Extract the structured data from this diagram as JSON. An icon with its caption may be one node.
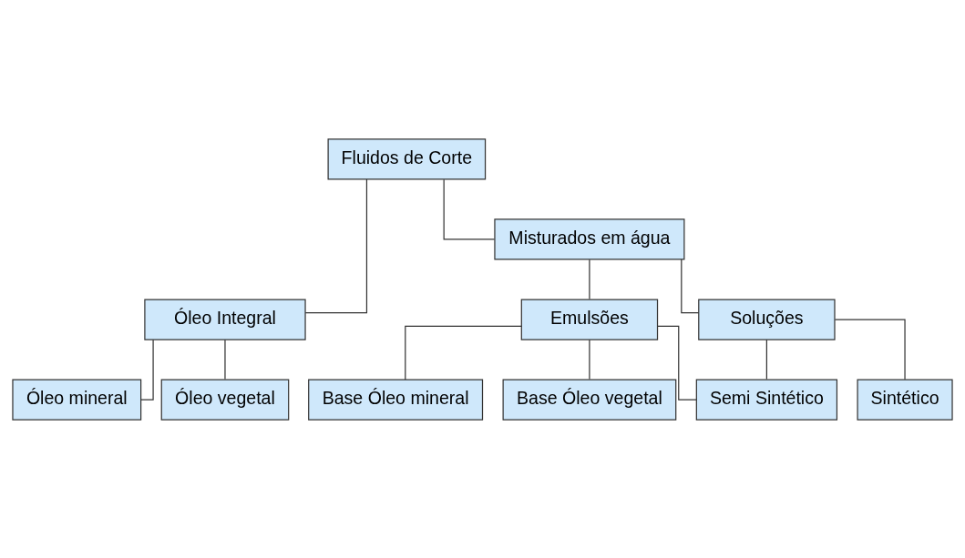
{
  "diagram": {
    "nodes": [
      {
        "text": [
          "Fluidos de Corte"
        ]
      },
      {
        "text": [
          "Óleo Integral"
        ]
      },
      {
        "text": [
          "Misturados em água"
        ]
      },
      {
        "text": [
          "Emulsões"
        ]
      },
      {
        "text": [
          "Soluções"
        ]
      },
      {
        "text": [
          "Óleo mineral"
        ]
      },
      {
        "text": [
          "Óleo vegetal"
        ]
      },
      {
        "text": [
          "Base Óleo mineral"
        ]
      },
      {
        "text": [
          "Base Óleo vegetal"
        ]
      },
      {
        "text": [
          "Semi Sintético"
        ]
      },
      {
        "text": [
          "Sintético"
        ]
      }
    ],
    "edges": [
      {
        "from": 0,
        "to": 1,
        "arrow": "none"
      },
      {
        "from": 0,
        "to": 2,
        "arrow": "none"
      },
      {
        "from": 1,
        "to": 5,
        "arrow": "none"
      },
      {
        "from": 1,
        "to": 6,
        "arrow": "none"
      },
      {
        "from": 2,
        "to": 3,
        "arrow": "none"
      },
      {
        "from": 2,
        "to": 4,
        "arrow": "none"
      },
      {
        "from": 3,
        "to": 7,
        "arrow": "none"
      },
      {
        "from": 3,
        "to": 8,
        "arrow": "none"
      },
      {
        "from": 3,
        "to": 9,
        "arrow": "none"
      },
      {
        "from": 4,
        "to": 9,
        "arrow": "none"
      },
      {
        "from": 4,
        "to": 10,
        "arrow": "none"
      }
    ]
  }
}
